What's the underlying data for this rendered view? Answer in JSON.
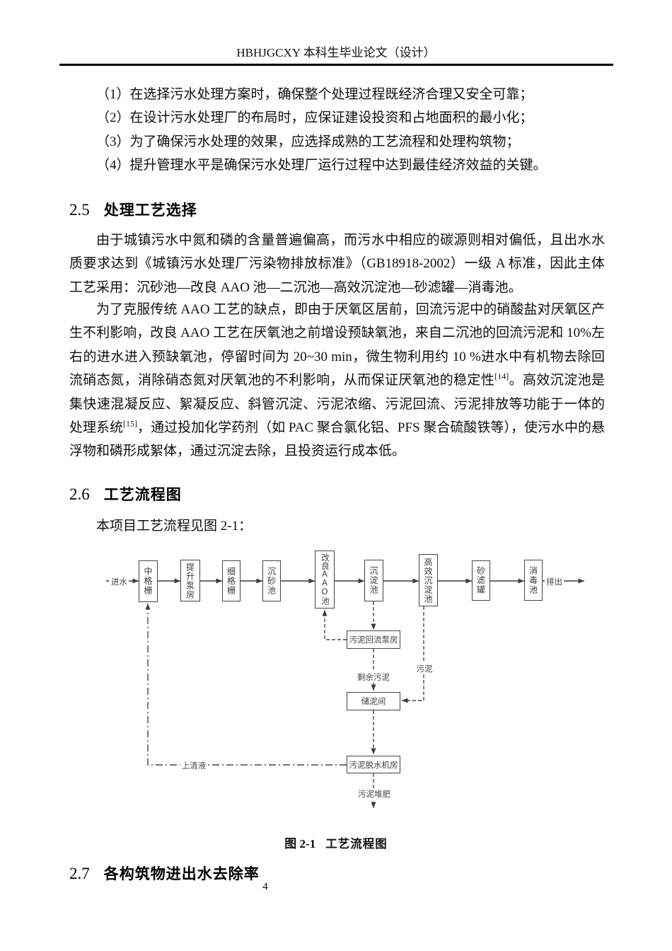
{
  "header": {
    "title": "HBHJGCXY 本科生毕业论文（设计）",
    "page_number": "4"
  },
  "list_items": [
    "（1）在选择污水处理方案时，确保整个处理过程既经济合理又安全可靠；",
    "（2）在设计污水处理厂的布局时，应保证建设投资和占地面积的最小化；",
    "（3）为了确保污水处理的效果，应选择成熟的工艺流程和处理构筑物；",
    "（4）提升管理水平是确保污水处理厂运行过程中达到最佳经济效益的关键。"
  ],
  "section_2_5": {
    "number": "2.5",
    "title": "处理工艺选择",
    "para1": "由于城镇污水中氮和磷的含量普遍偏高，而污水中相应的碳源则相对偏低，且出水水质要求达到《城镇污水处理厂污染物排放标准》（GB18918-2002）一级 A 标准，因此主体工艺采用：沉砂池—改良 AAO 池—二沉池—高效沉淀池—砂滤罐—消毒池。",
    "para2_t1": "为了克服传统 AAO 工艺的缺点，即由于厌氧区居前，回流污泥中的硝酸盐对厌氧区产生不利影响，改良 AAO 工艺在厌氧池之前增设预缺氧池，来自二沉池的回流污泥和 10%左右的进水进入预缺氧池，停留时间为 20~30 min，微生物利用约 10 %进水中有机物去除回流硝态氮，消除硝态氮对厌氧池的不利影响，从而保证厌氧池的稳定性",
    "para2_ref1": "[14]",
    "para2_t2": "。高效沉淀池是集快速混凝反应、絮凝反应、斜管沉淀、污泥浓缩、污泥回流、污泥排放等功能于一体的处理系统",
    "para2_ref2": "[15]",
    "para2_t3": "，通过投加化学药剂（如 PAC 聚合氯化铝、PFS 聚合硫酸铁等），使污水中的悬浮物和磷形成絮体，通过沉淀去除，且投资运行成本低。"
  },
  "section_2_6": {
    "number": "2.6",
    "title": "工艺流程图",
    "para": "本项目工艺流程见图 2-1："
  },
  "section_2_7": {
    "number": "2.7",
    "title": "各构筑物进出水去除率"
  },
  "figure": {
    "caption_number": "图 2-1",
    "caption_title": "工艺流程图",
    "diagram": {
      "main_boxes": [
        "中格栅",
        "提升泵房",
        "细格栅",
        "沉砂池",
        "改良AAO池",
        "沉淀池",
        "高效沉淀池",
        "砂滤罐",
        "消毒池"
      ],
      "side_boxes": [
        "污泥回流泵房",
        "储泥间",
        "污泥脱水机房"
      ],
      "labels": {
        "inflow": "进水",
        "outflow": "排出",
        "surplus_sludge": "剩余污泥",
        "sludge": "污泥",
        "supernatant": "上清液",
        "sludge_compost": "污泥堆肥"
      },
      "line_color": "#3d3d3d"
    }
  }
}
